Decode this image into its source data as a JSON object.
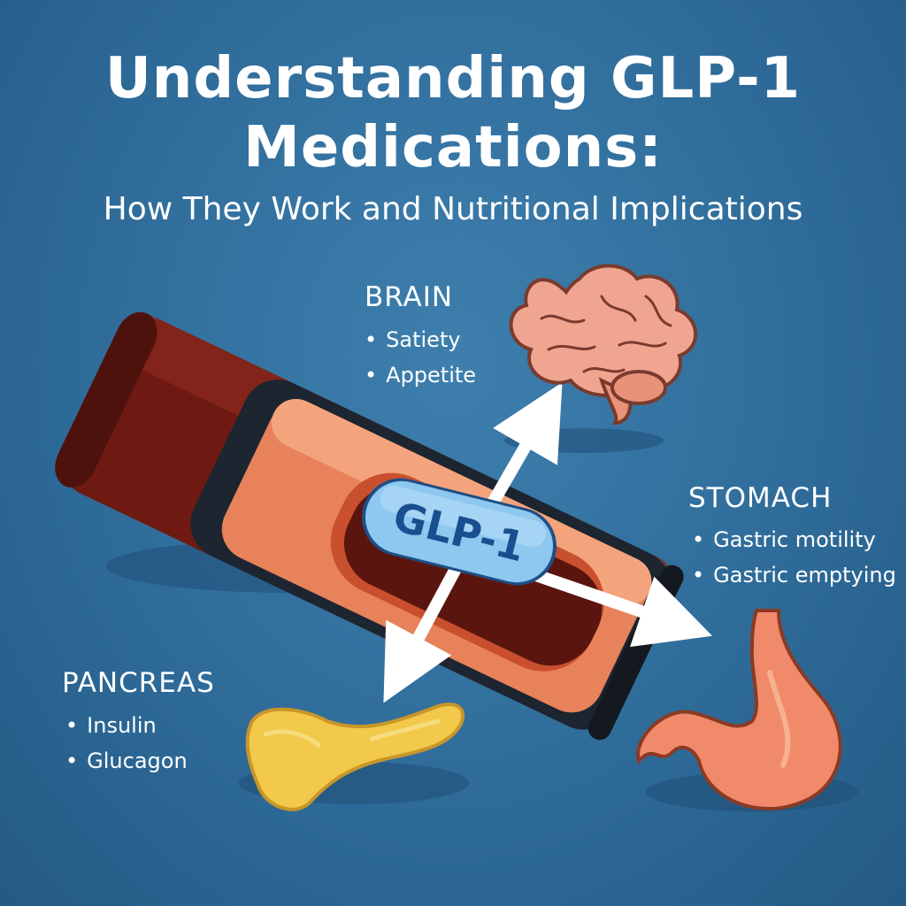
{
  "title_line1": "Understanding GLP-1",
  "title_line2": "Medications:",
  "subtitle": "How They Work and Nutritional Implications",
  "hormone_label": "GLP-1",
  "brain": {
    "label": "BRAIN",
    "effects": [
      "Satiety",
      "Appetite"
    ]
  },
  "stomach": {
    "label": "STOMACH",
    "effects": [
      "Gastric motility",
      "Gastric emptying"
    ]
  },
  "pancreas": {
    "label": "PANCREAS",
    "effects": [
      "Insulin",
      "Glucagon"
    ]
  },
  "icons": [
    "brain-icon",
    "stomach-icon",
    "pancreas-icon",
    "blood-vessel-icon",
    "arrow-icon"
  ],
  "colors": {
    "background": "#2f6c9a",
    "vessel": "#6e1a12",
    "vessel_inner": "#e8825a",
    "pill": "#8ec8f0",
    "pill_text": "#1a4f8f",
    "brain": "#f0a590",
    "stomach": "#f08a6a",
    "pancreas": "#f2c94a"
  }
}
